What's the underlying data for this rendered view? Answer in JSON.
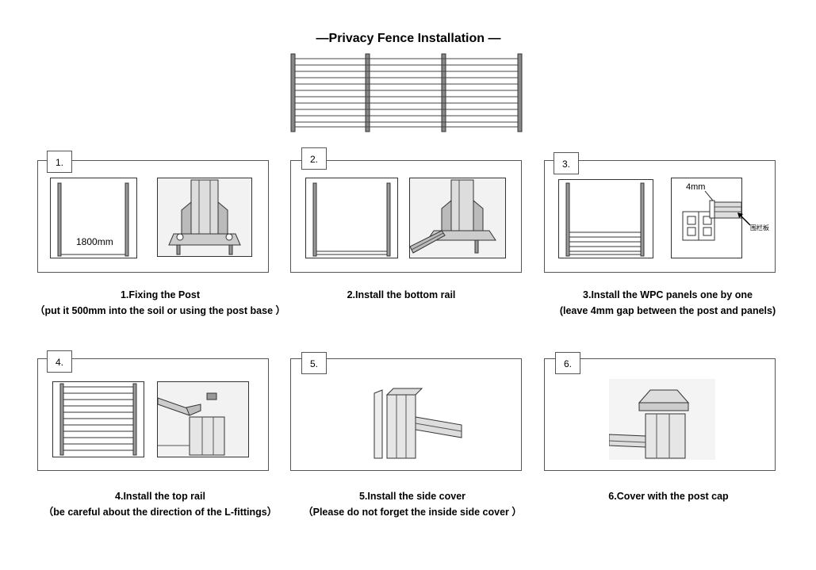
{
  "doc": {
    "title": "—Privacy Fence Installation —"
  },
  "steps": [
    {
      "num": "1.",
      "title": "1.Fixing the Post",
      "note": "（put it 500mm into the soil or using the post base ）",
      "dimension": "1800mm"
    },
    {
      "num": "2.",
      "title": "2.Install the bottom rail",
      "note": ""
    },
    {
      "num": "3.",
      "title": "3.Install the WPC panels one by one",
      "note": "(leave 4mm gap between the post and panels)",
      "gap_label": "4mm",
      "panel_label": "围栏板"
    },
    {
      "num": "4.",
      "title": "4.Install the top rail",
      "note": "（be careful about the direction of the L-fittings）"
    },
    {
      "num": "5.",
      "title": "5.Install the side cover",
      "note": "（Please do not forget the inside side cover ）"
    },
    {
      "num": "6.",
      "title": "6.Cover with the post cap",
      "note": ""
    }
  ],
  "colors": {
    "line": "#333333",
    "gray": "#888888"
  }
}
